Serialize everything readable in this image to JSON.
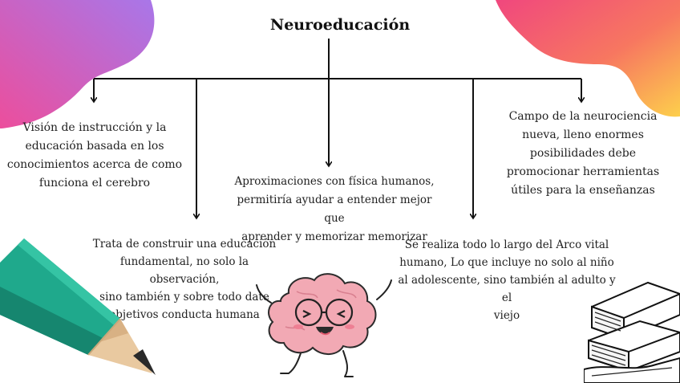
{
  "title": "Neuroeducación",
  "nodes": [
    {
      "lines": [
        "Visión de instrucción y la",
        "educación basada en los",
        "conocimientos acerca de como",
        "funciona el cerebro"
      ]
    },
    {
      "lines": [
        "Trata de construir una educación",
        "fundamental, no solo la observación,",
        "sino también y sobre todo date",
        "objetivos conducta humana"
      ]
    },
    {
      "lines": [
        "Aproximaciones con física humanos,",
        "permitiría ayudar a entender mejor que",
        "aprender y memorizar memorizar"
      ]
    },
    {
      "lines": [
        "Se realiza todo lo largo del Arco vital",
        "humano, Lo que incluye no solo al niño",
        "al adolescente, sino también al adulto y el",
        "viejo"
      ]
    },
    {
      "lines": [
        "Campo de la neurociencia",
        "nueva, lleno enormes",
        "posibilidades debe",
        "promocionar herramientas",
        "útiles para la enseñanzas"
      ]
    }
  ],
  "colors": {
    "blob_left_top": "#a877e9",
    "blob_left_bottom": "#ec4e9c",
    "blob_right_top": "#f0477e",
    "blob_right_bottom": "#fdcf4c",
    "pencil_body": "#1fa98c",
    "brain": "#f2a9b4",
    "lines": "#111111"
  },
  "decorations": [
    "pink-blob",
    "orange-blob",
    "pencil-icon",
    "brain-icon",
    "books-icon"
  ]
}
